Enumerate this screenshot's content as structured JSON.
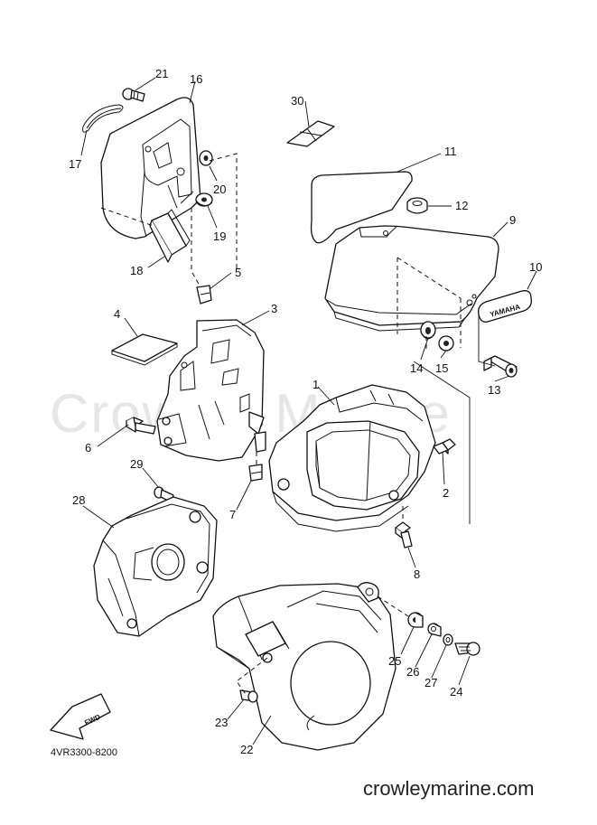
{
  "watermark": "Crowley Marine",
  "diagram_code": "4VR3300-8200",
  "site_name": "crowleymarine.com",
  "emblem_text": "YAMAHA",
  "arrow_text": "FWD",
  "callouts": [
    "1",
    "2",
    "3",
    "4",
    "5",
    "6",
    "7",
    "8",
    "9",
    "10",
    "11",
    "12",
    "13",
    "14",
    "15",
    "16",
    "17",
    "18",
    "19",
    "20",
    "21",
    "22",
    "23",
    "24",
    "25",
    "26",
    "27",
    "28",
    "29",
    "30"
  ]
}
